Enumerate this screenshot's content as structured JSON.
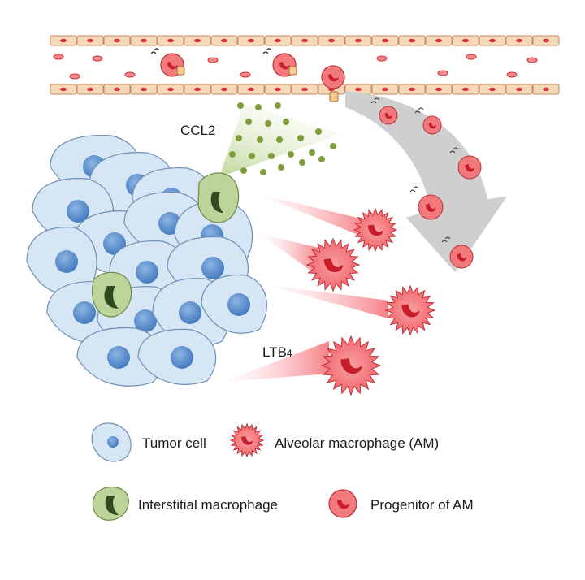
{
  "labels": {
    "ccl2": "CCL2",
    "ltb4_main": "LTB",
    "ltb4_sub": "4"
  },
  "legend": {
    "tumor_cell": "Tumor cell",
    "alveolar_macrophage": "Alveolar macrophage (AM)",
    "interstitial_macrophage": "Interstitial macrophage",
    "progenitor_am": "Progenitor of AM"
  },
  "colors": {
    "vessel_cell": "#f7d9b8",
    "vessel_outline": "#c98a64",
    "red_cell": "#d8333a",
    "tumor_fill": "#d6e6f5",
    "tumor_outline": "#6f8fb5",
    "tumor_nucleus": "#4d86c9",
    "interstitial_fill": "#bcd39a",
    "interstitial_nucleus": "#2f4a1c",
    "macrophage_fill": "#f27a7c",
    "macrophage_core": "#c81e2c",
    "ccl2_dot": "#7f9d3c",
    "arrow_gray": "#cfcfcf"
  }
}
